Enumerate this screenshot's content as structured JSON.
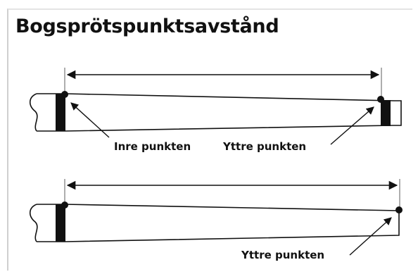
{
  "title": "Bogsprötspunktsavstånd",
  "diagrams": [
    {
      "labels": {
        "inner": "Inre punkten",
        "outer": "Yttre punkten"
      }
    },
    {
      "labels": {
        "outer": "Yttre punkten"
      }
    }
  ]
}
